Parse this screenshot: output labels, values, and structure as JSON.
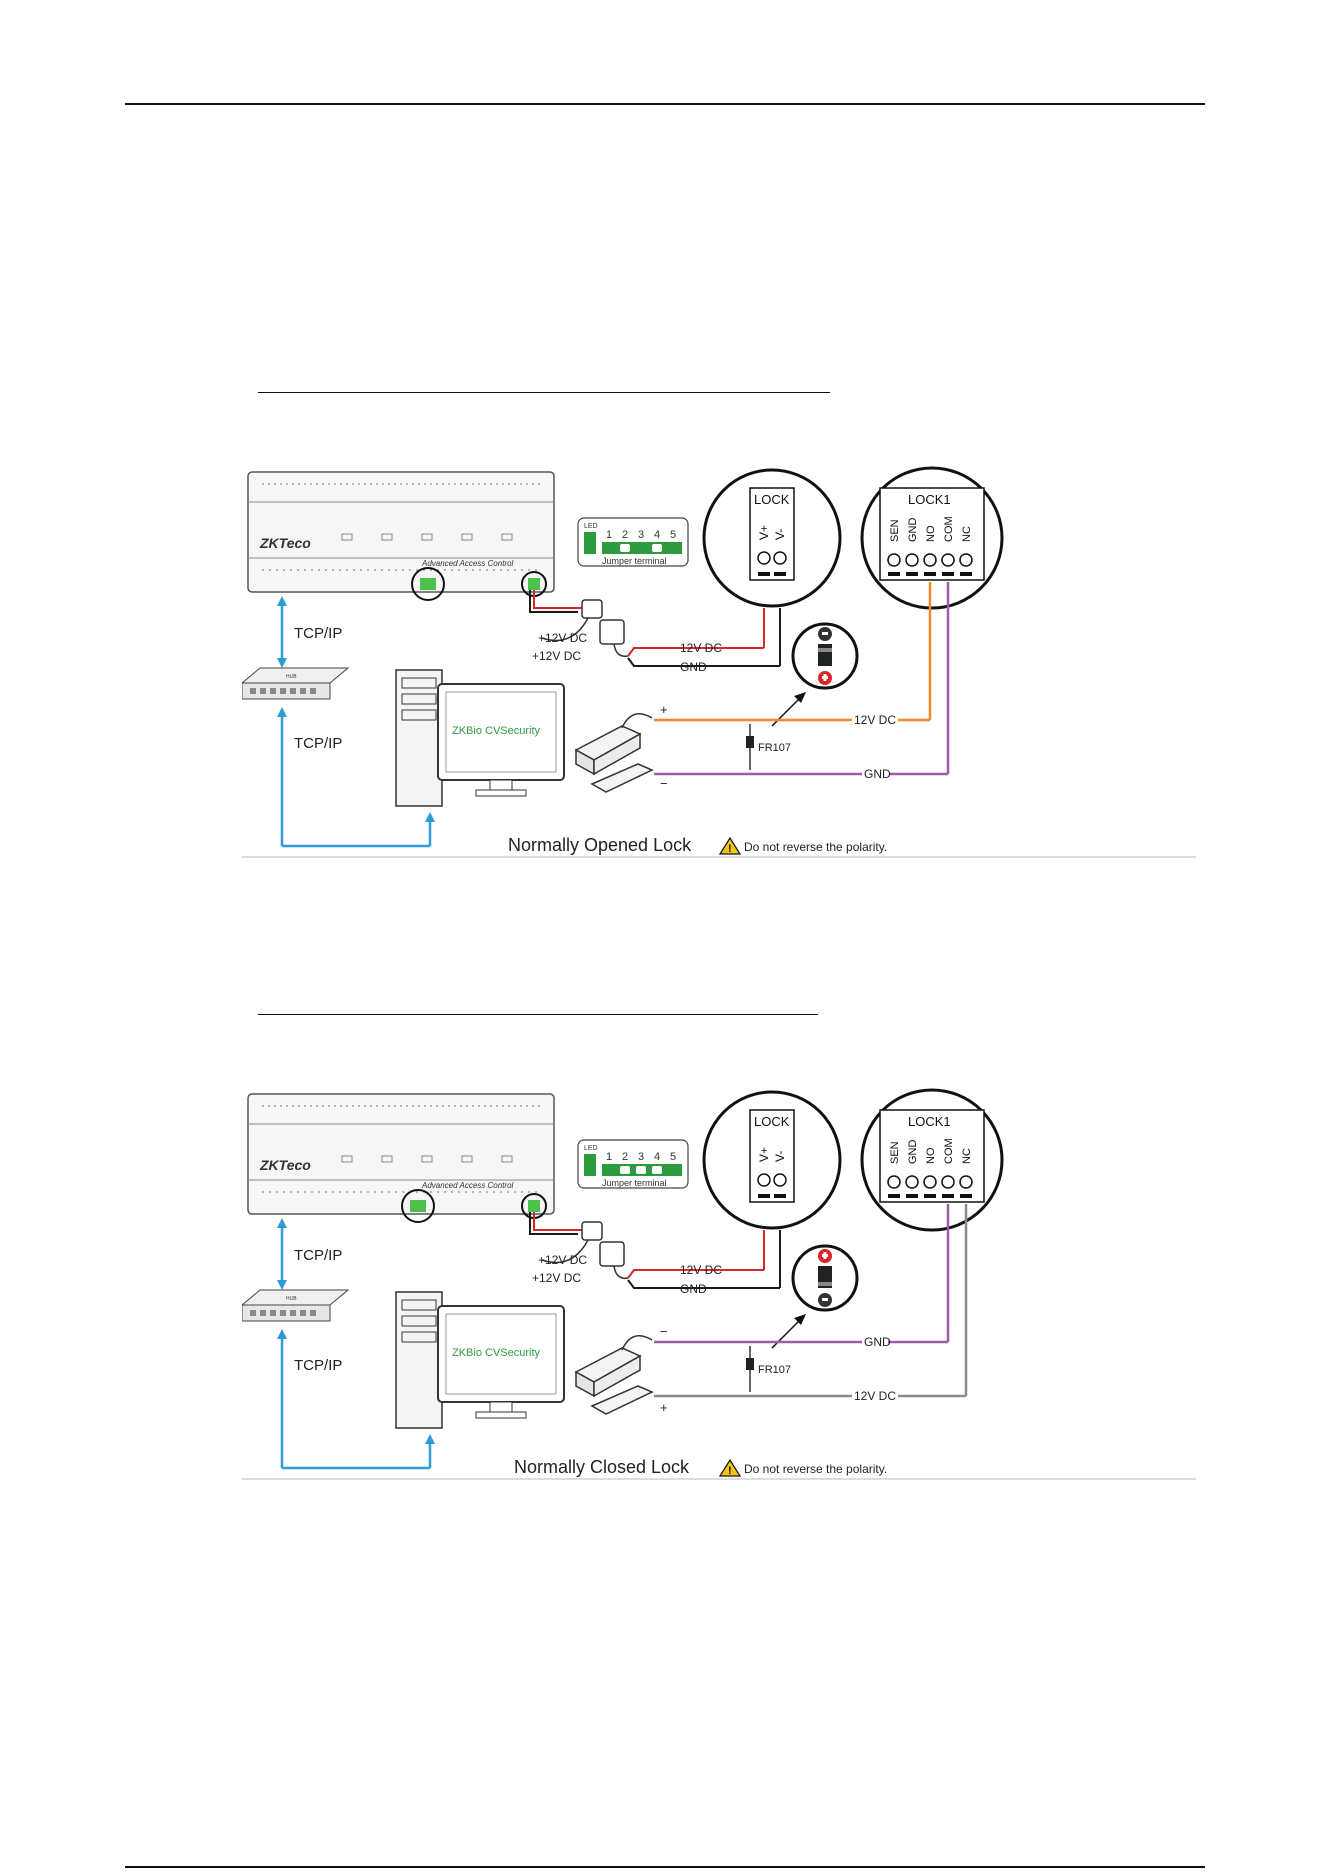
{
  "diagrams": [
    {
      "device": {
        "brand": "ZKTeco",
        "model_label": "Advanced Access Control",
        "led_label": "LED",
        "jumper_numbers": [
          "1",
          "2",
          "3",
          "4",
          "5"
        ],
        "jumper_caption": "Jumper terminal",
        "adapter_label": "+12V DC"
      },
      "network": {
        "top_label": "TCP/IP",
        "bottom_label": "TCP/IP",
        "switch_text": "HUB"
      },
      "software": {
        "name": "ZKBio CVSecurity"
      },
      "power": {
        "adapter_label": "+12V DC",
        "dc_label": "12V DC",
        "gnd_label": "GND"
      },
      "lock_terminal": {
        "title": "LOCK",
        "pins": [
          "V+",
          "V-"
        ]
      },
      "lock1_terminal": {
        "title": "LOCK1",
        "pins": [
          "SEN",
          "GND",
          "NO",
          "COM",
          "NC"
        ]
      },
      "lock_wiring": {
        "upper_sign": "+",
        "lower_sign": "−",
        "upper_label": "12V DC",
        "lower_label": "GND",
        "diode_label": "FR107",
        "upper_color": "#ef8a2a",
        "lower_color": "#9b5fa8"
      },
      "caption": "Normally Opened Lock",
      "warning": "Do not reverse the polarity."
    },
    {
      "device": {
        "brand": "ZKTeco",
        "model_label": "Advanced Access Control",
        "led_label": "LED",
        "jumper_numbers": [
          "1",
          "2",
          "3",
          "4",
          "5"
        ],
        "jumper_caption": "Jumper terminal",
        "adapter_label": "+12V DC"
      },
      "network": {
        "top_label": "TCP/IP",
        "bottom_label": "TCP/IP",
        "switch_text": "HUB"
      },
      "software": {
        "name": "ZKBio CVSecurity"
      },
      "power": {
        "adapter_label": "+12V DC",
        "dc_label": "12V DC",
        "gnd_label": "GND"
      },
      "lock_terminal": {
        "title": "LOCK",
        "pins": [
          "V+",
          "V-"
        ]
      },
      "lock1_terminal": {
        "title": "LOCK1",
        "pins": [
          "SEN",
          "GND",
          "NO",
          "COM",
          "NC"
        ]
      },
      "lock_wiring": {
        "upper_sign": "−",
        "lower_sign": "+",
        "upper_label": "GND",
        "lower_label": "12V DC",
        "diode_label": "FR107",
        "upper_color": "#9b5fa8",
        "lower_color": "#8a8a8a"
      },
      "caption": "Normally Closed Lock",
      "warning": "Do not reverse the polarity."
    }
  ],
  "colors": {
    "network": "#2e9ad6",
    "power_red": "#d8262b",
    "ground_black": "#1a1a1a",
    "highlight_green": "#4cc24a",
    "warning_yellow": "#f2c417"
  }
}
